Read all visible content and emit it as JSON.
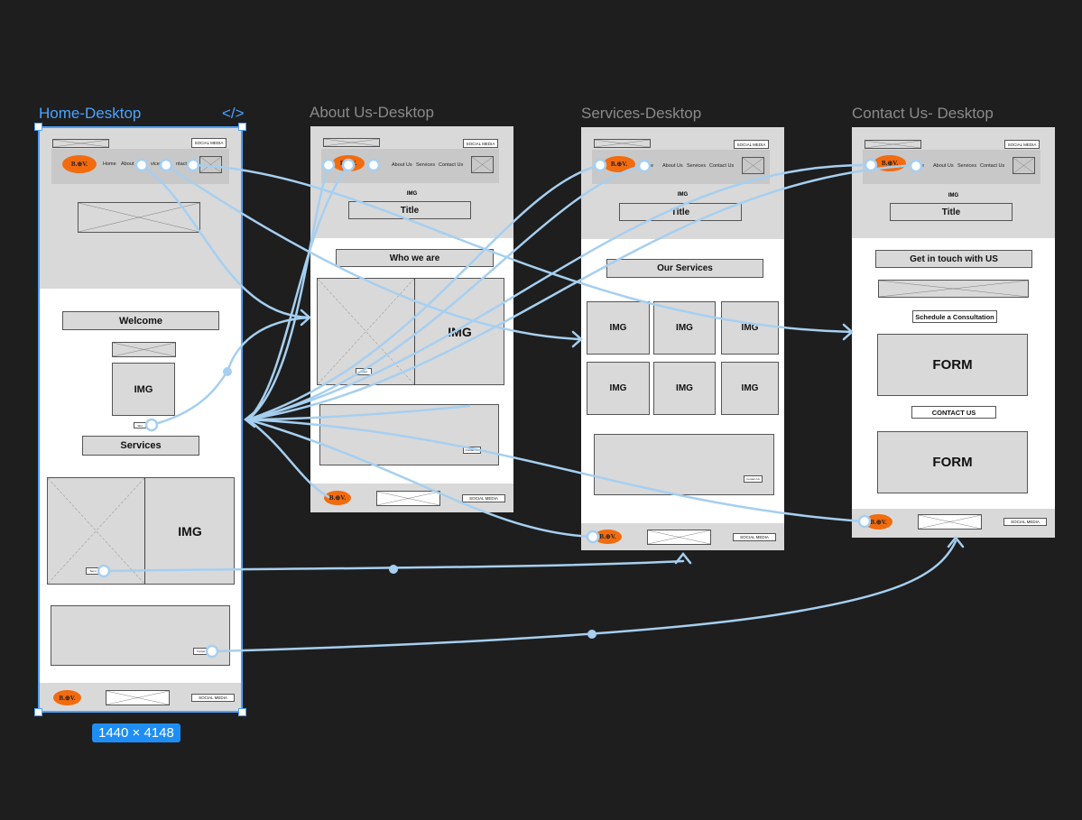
{
  "frames": {
    "home": {
      "label": "Home-Desktop",
      "code_icon": "</>"
    },
    "about": {
      "label": "About Us-Desktop"
    },
    "services": {
      "label": "Services-Desktop"
    },
    "contact": {
      "label": "Contact Us- Desktop"
    }
  },
  "dimensions_badge": "1440 × 4148",
  "common": {
    "social_media": "SOCIAL MEDIA",
    "logo_text": "B.⊕V.",
    "img": "IMG",
    "title": "Title",
    "nav": {
      "home": "Home",
      "about": "About Us",
      "services": "Services",
      "contact": "Contact Us"
    }
  },
  "home": {
    "nav_partial": {
      "home": "Home",
      "about": "About",
      "services": "vices",
      "contact": "ntact"
    },
    "welcome": "Welcome",
    "services_heading": "Services",
    "img_small": "IMG",
    "img_large": "IMG",
    "tiny_buttons": {
      "welcome": "Wel",
      "services": "Servi",
      "contact": "Contac"
    }
  },
  "about": {
    "who_we_are": "Who we  are",
    "img": "IMG",
    "tiny_button": "About",
    "contact_button": "Contact Us",
    "nav_partial_home": "me"
  },
  "services": {
    "our_services": "Our Services",
    "grid": [
      "IMG",
      "IMG",
      "IMG",
      "IMG",
      "IMG",
      "IMG"
    ],
    "contact_button": "Contact Us",
    "nav_partial_home": "ne"
  },
  "contact": {
    "get_in_touch": "Get in touch with US",
    "schedule": "Schedule a Consultation",
    "form1": "FORM",
    "contact_us": "CONTACT US",
    "form2": "FORM",
    "nav_partial_home": "ne"
  },
  "colors": {
    "canvas": "#1e1e1e",
    "selection": "#4aa3ff",
    "connector": "#a6cff0",
    "logo": "#f26b0f",
    "badge": "#1e8ef5"
  }
}
